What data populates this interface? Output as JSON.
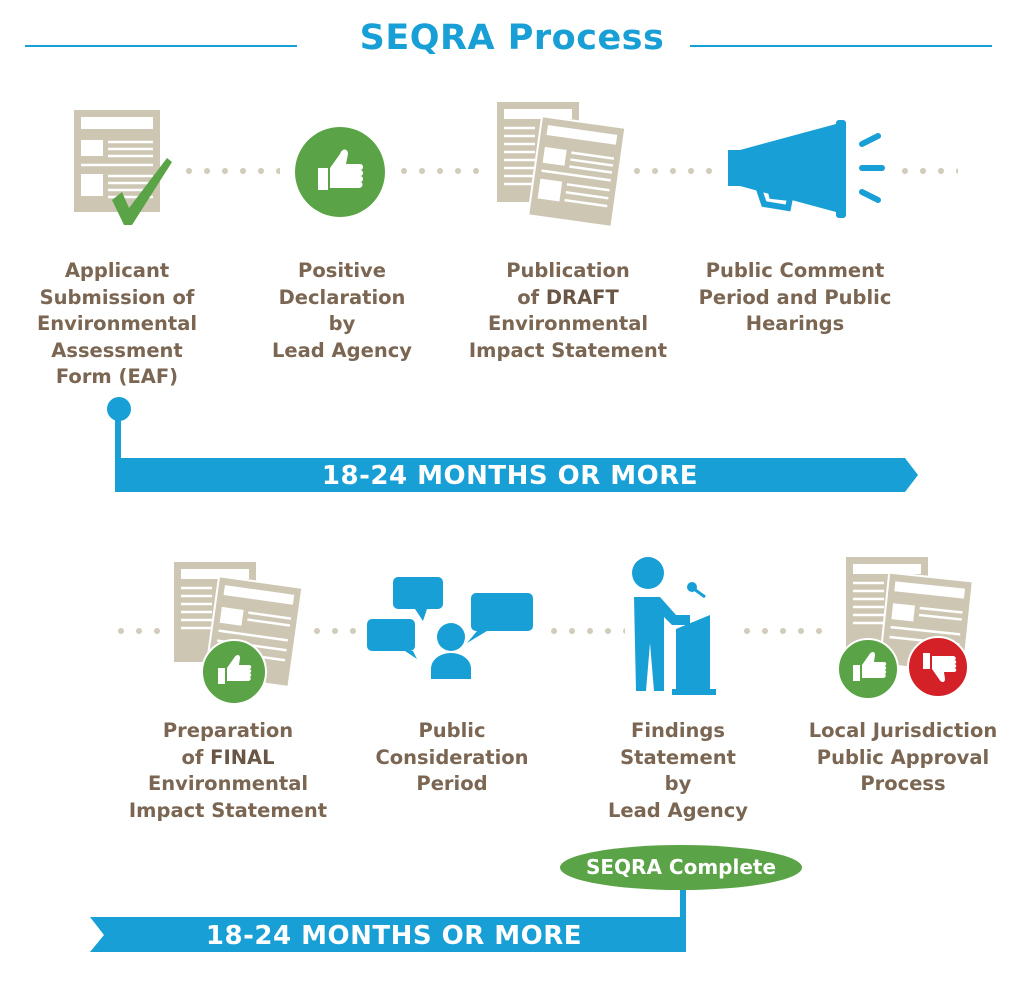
{
  "title": "SEQRA Process",
  "colors": {
    "blue": "#179fd6",
    "brown": "#7a6652",
    "beige": "#cdc6b3",
    "green": "#5aa346",
    "red": "#d42128"
  },
  "row1": [
    {
      "icon": "document-check-icon",
      "lines": [
        "Applicant",
        "Submission of",
        "Environmental",
        "Assessment",
        "Form (EAF)"
      ]
    },
    {
      "icon": "thumbs-up-icon",
      "lines": [
        "Positive",
        "Declaration",
        "by",
        "Lead Agency"
      ]
    },
    {
      "icon": "documents-icon",
      "lines": [
        "Publication",
        "of",
        "DRAFT",
        "Environmental",
        "Impact Statement"
      ]
    },
    {
      "icon": "megaphone-icon",
      "lines": [
        "Public Comment",
        "Period and Public",
        "Hearings"
      ]
    }
  ],
  "timeline1": "18-24 MONTHS OR MORE",
  "row2": [
    {
      "icon": "documents-thumbs-up-icon",
      "lines": [
        "Preparation",
        "of",
        "FINAL",
        "Environmental",
        "Impact Statement"
      ]
    },
    {
      "icon": "discussion-icon",
      "lines": [
        "Public",
        "Consideration",
        "Period"
      ]
    },
    {
      "icon": "speaker-podium-icon",
      "lines": [
        "Findings",
        "Statement",
        "by",
        "Lead Agency"
      ]
    },
    {
      "icon": "documents-approve-reject-icon",
      "lines": [
        "Local Jurisdiction",
        "Public Approval",
        "Process"
      ]
    }
  ],
  "complete_badge": "SEQRA Complete",
  "timeline2": "18-24 MONTHS OR MORE"
}
